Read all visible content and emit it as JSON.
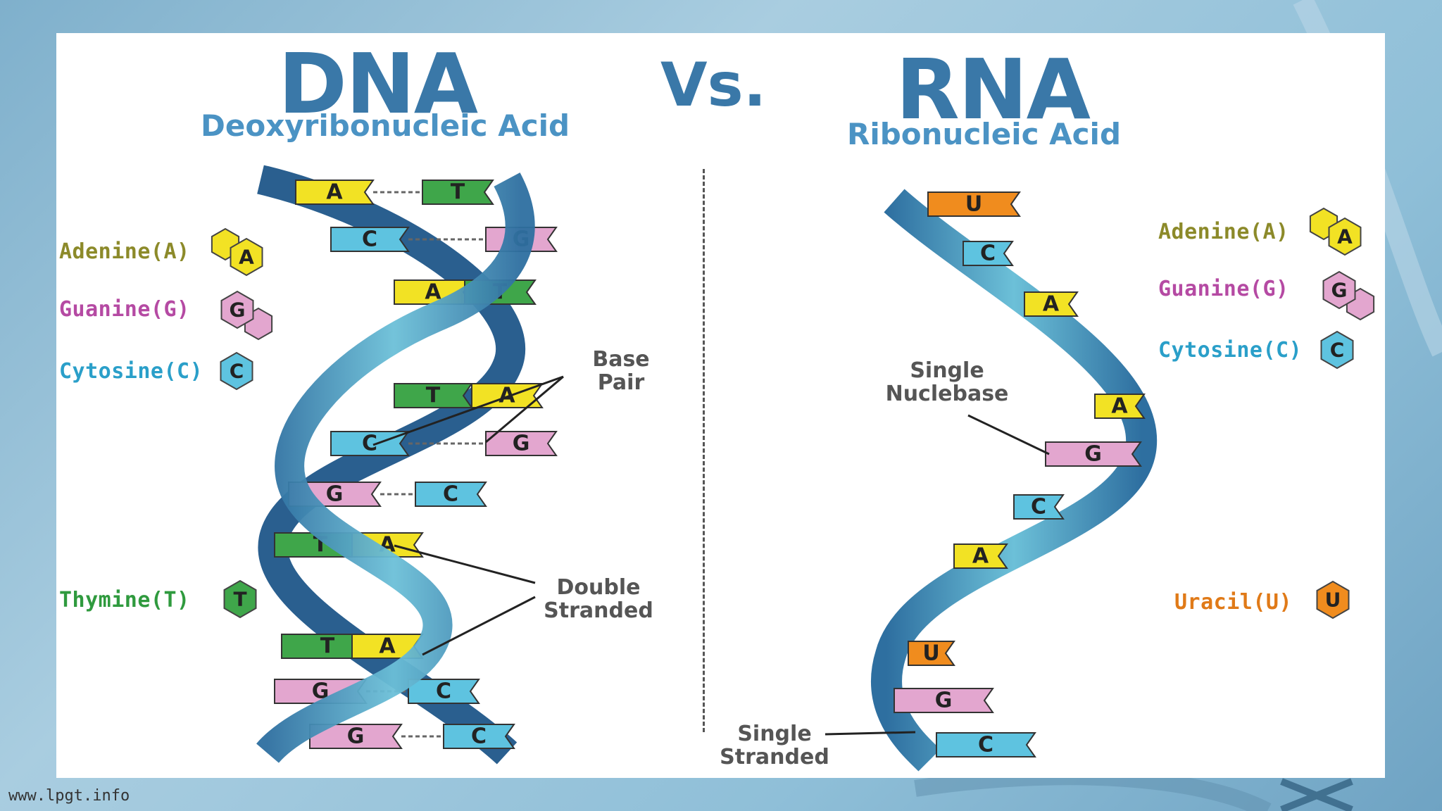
{
  "titles": {
    "dna": "DNA",
    "dna_sub": "Deoxyribonucleic Acid",
    "vs": "Vs.",
    "rna": "RNA",
    "rna_sub": "Ribonucleic Acid"
  },
  "legend_dna": {
    "adenine": "Adenine(A)",
    "guanine": "Guanine(G)",
    "cytosine": "Cytosine(C)",
    "thymine": "Thymine(T)"
  },
  "legend_rna": {
    "adenine": "Adenine(A)",
    "guanine": "Guanine(G)",
    "cytosine": "Cytosine(C)",
    "uracil": "Uracil(U)"
  },
  "bases": {
    "A": "A",
    "T": "T",
    "G": "G",
    "C": "C",
    "U": "U"
  },
  "callouts": {
    "base_pair_1": "Base",
    "base_pair_2": "Pair",
    "double_1": "Double",
    "double_2": "Stranded",
    "nucleobase_1": "Single",
    "nucleobase_2": "Nuclebase",
    "single_1": "Single",
    "single_2": "Stranded"
  },
  "colors": {
    "adenine": "#f2e224",
    "guanine": "#e3a6cf",
    "cytosine": "#5ec3e0",
    "thymine": "#3fa64a",
    "uracil": "#f08c1e",
    "strand": "#3d8fb8"
  },
  "watermark": "www.lpgt.info"
}
